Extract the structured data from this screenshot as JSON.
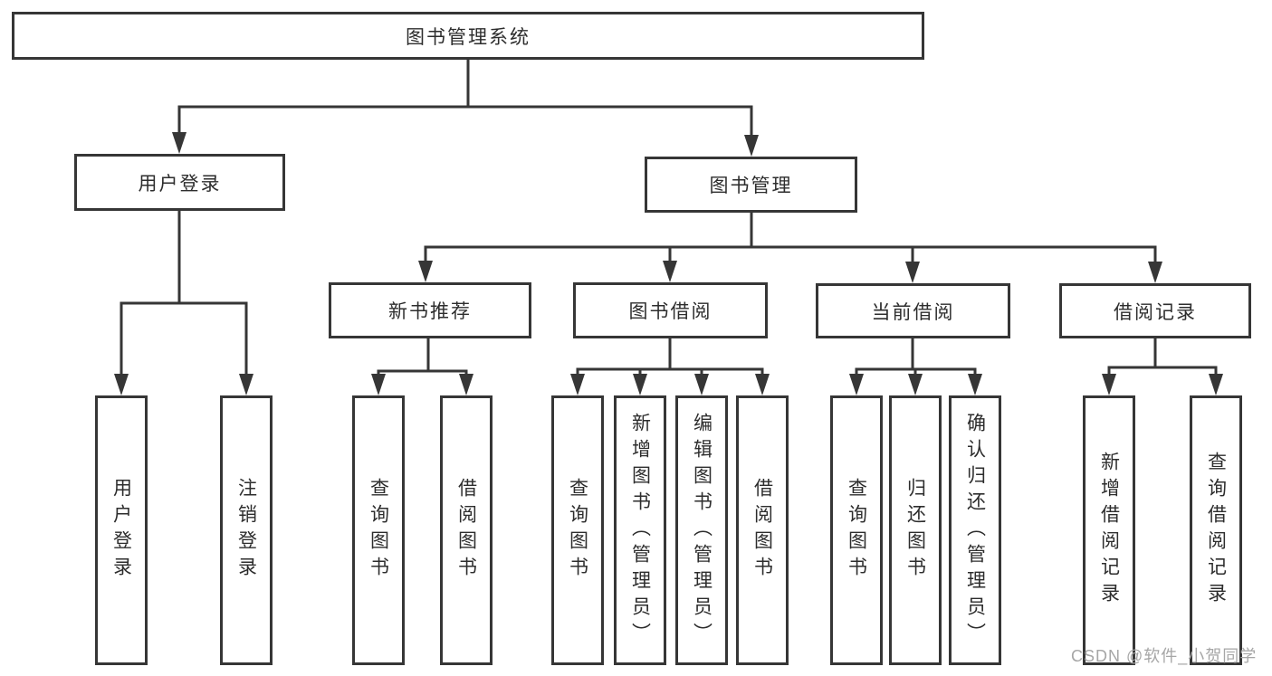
{
  "diagram_title": "图书管理系统",
  "tree": {
    "label": "图书管理系统",
    "children": [
      {
        "label": "用户登录",
        "children": [
          {
            "label": "用户登录"
          },
          {
            "label": "注销登录"
          }
        ]
      },
      {
        "label": "图书管理",
        "children": [
          {
            "label": "新书推荐",
            "children": [
              {
                "label": "查询图书"
              },
              {
                "label": "借阅图书"
              }
            ]
          },
          {
            "label": "图书借阅",
            "children": [
              {
                "label": "查询图书"
              },
              {
                "label": "新增图书（管理员）"
              },
              {
                "label": "编辑图书（管理员）"
              },
              {
                "label": "借阅图书"
              }
            ]
          },
          {
            "label": "当前借阅",
            "children": [
              {
                "label": "查询图书"
              },
              {
                "label": "归还图书"
              },
              {
                "label": "确认归还（管理员）"
              }
            ]
          },
          {
            "label": "借阅记录",
            "children": [
              {
                "label": "新增借阅记录"
              },
              {
                "label": "查询借阅记录"
              }
            ]
          }
        ]
      }
    ]
  },
  "watermark": "CSDN @软件_小贺同学",
  "colors": {
    "line": "#363636",
    "box_border": "#363636",
    "text": "#2d2d2d",
    "watermark": "#a6a6a6",
    "background": "#ffffff"
  }
}
